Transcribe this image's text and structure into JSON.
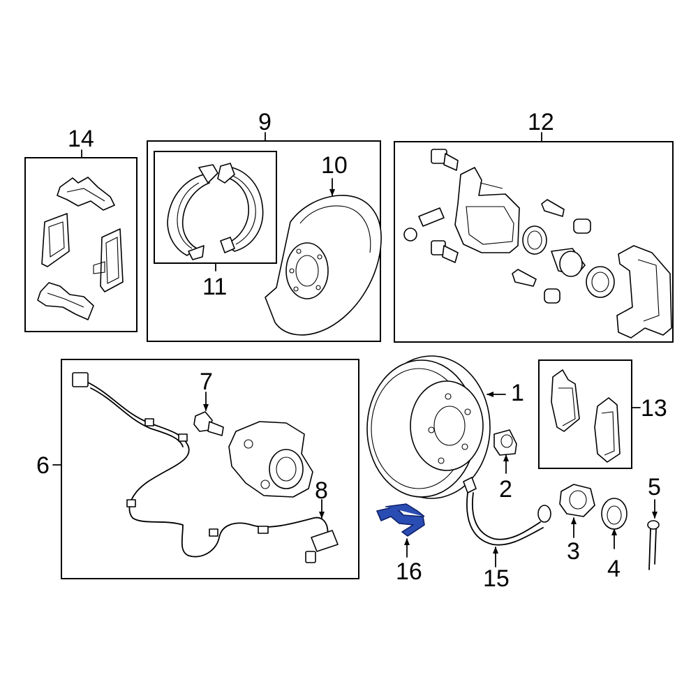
{
  "callouts": {
    "c1": "1",
    "c2": "2",
    "c3": "3",
    "c4": "4",
    "c5": "5",
    "c6": "6",
    "c7": "7",
    "c8": "8",
    "c9": "9",
    "c10": "10",
    "c11": "11",
    "c12": "12",
    "c13": "13",
    "c14": "14",
    "c15": "15",
    "c16": "16"
  },
  "highlight_color": "#2a4db3",
  "highlighted_part": "16"
}
